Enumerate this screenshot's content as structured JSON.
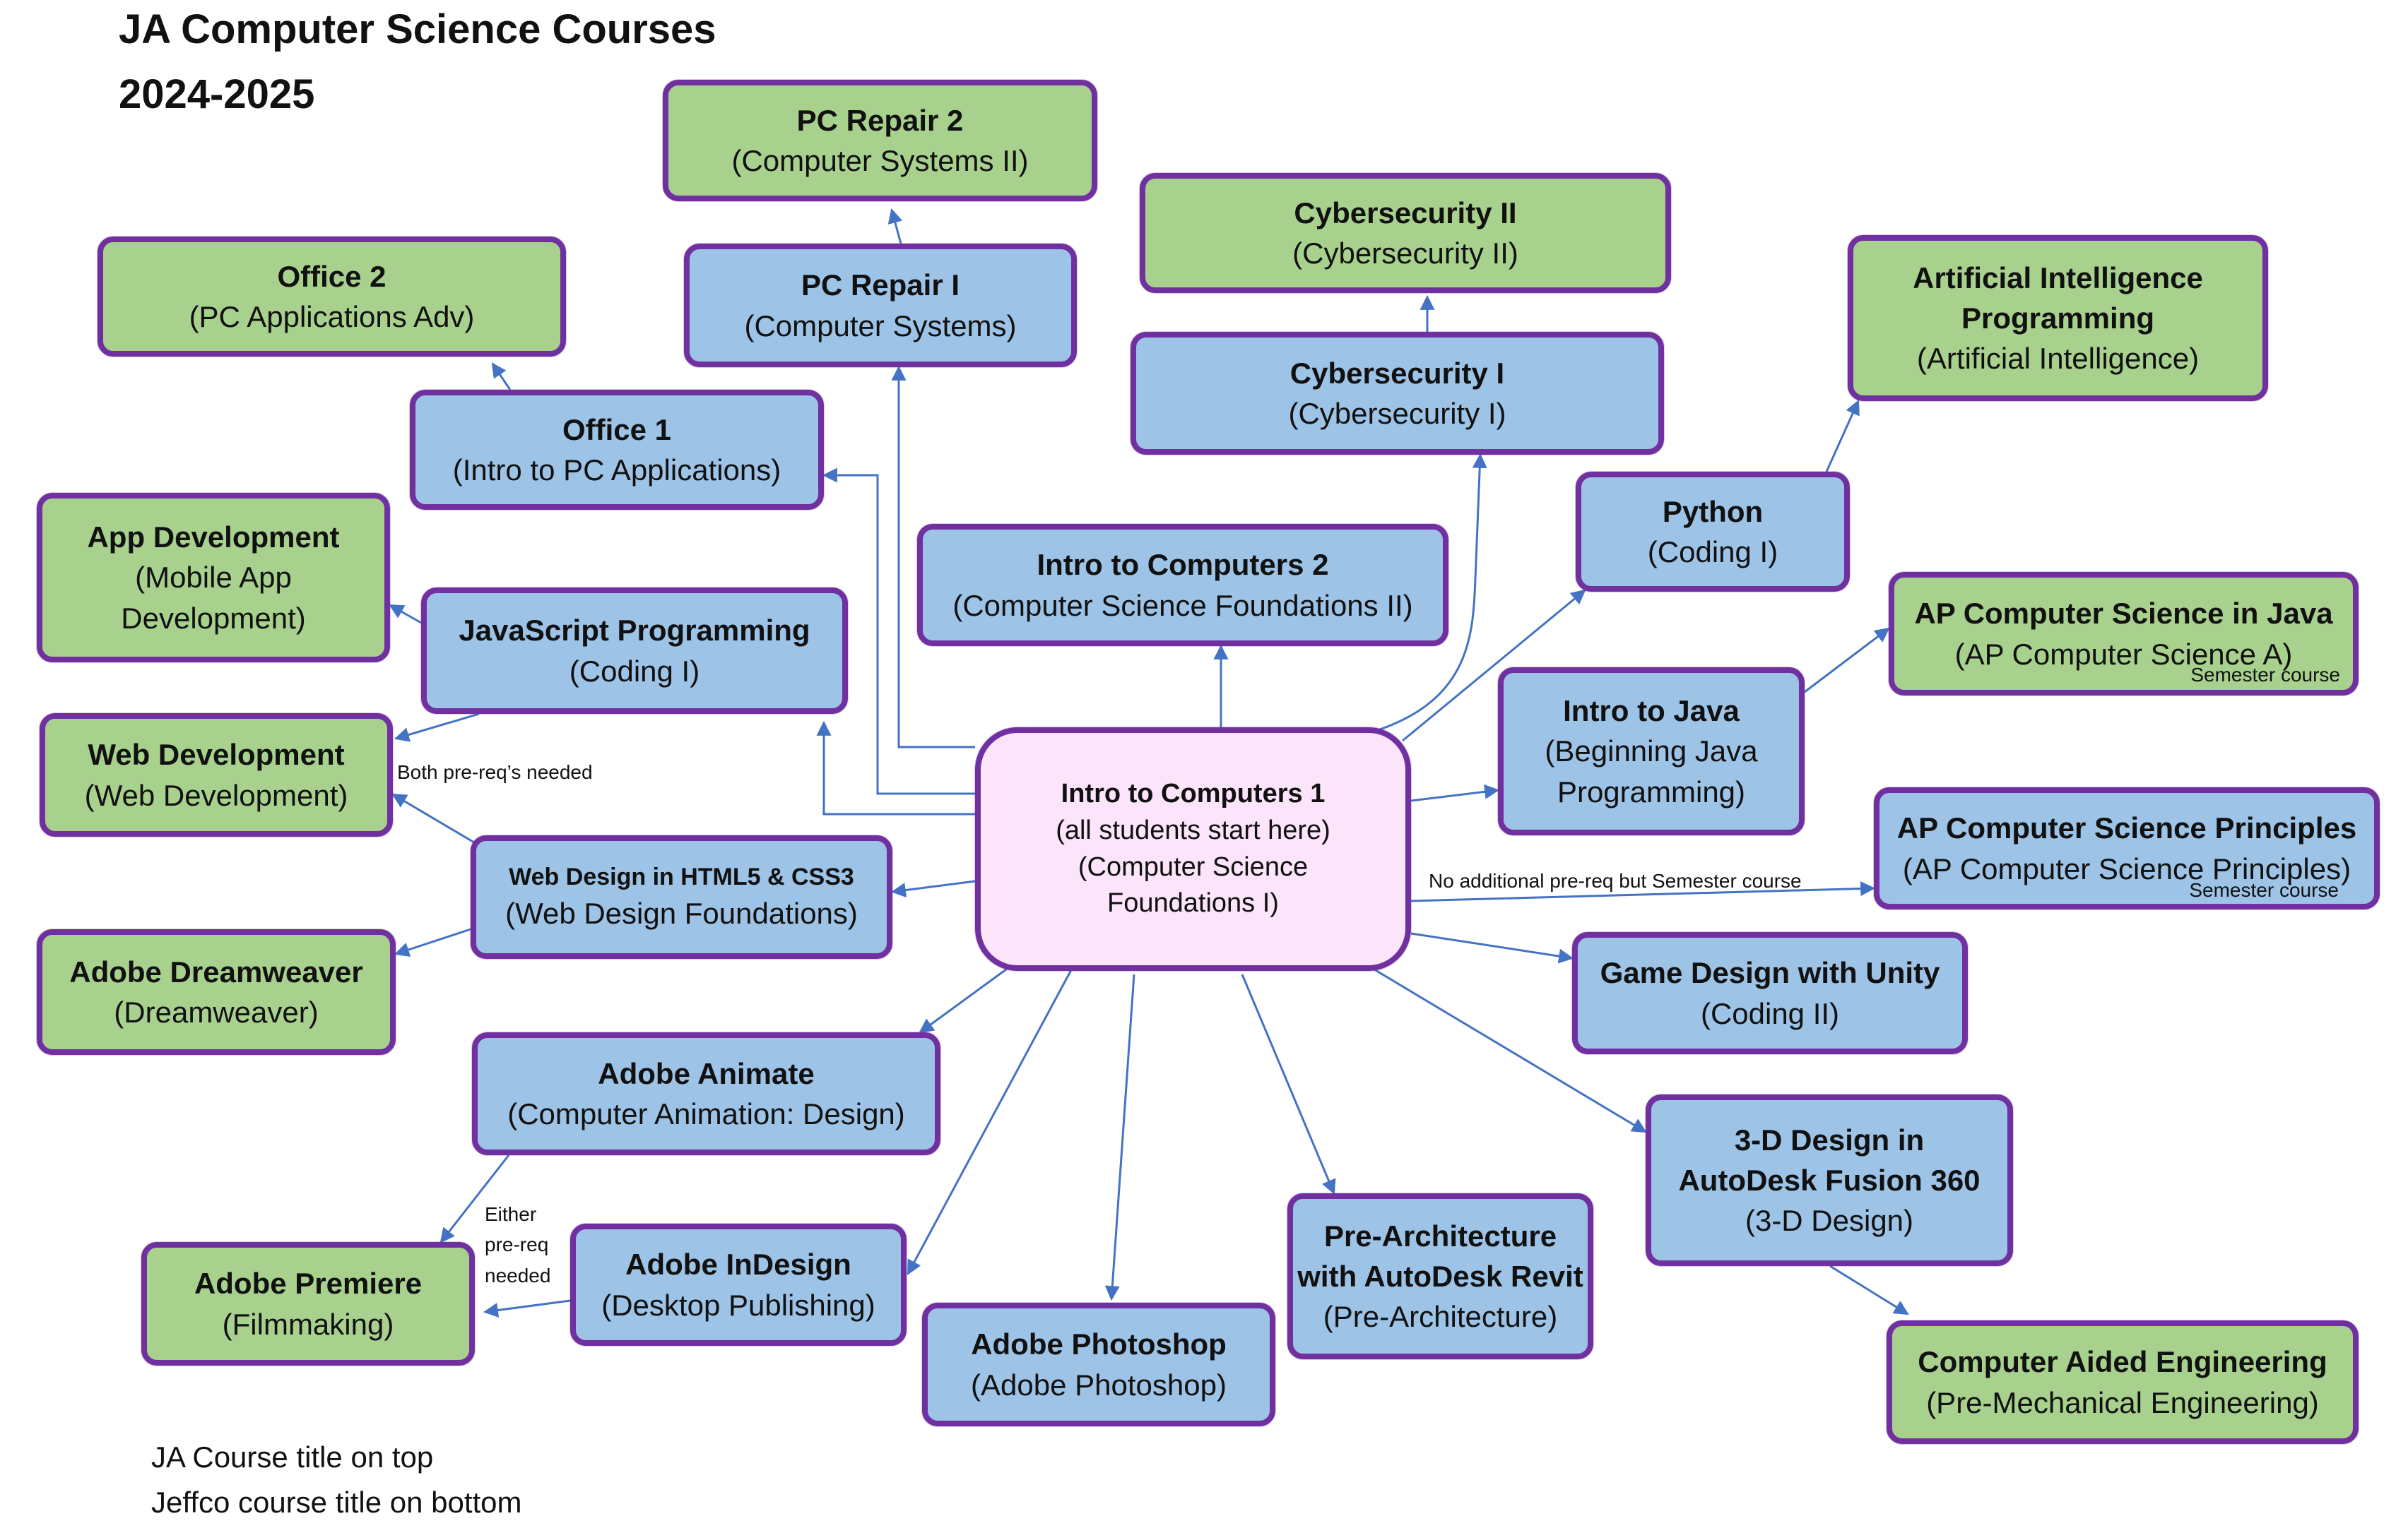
{
  "title": {
    "line1": "JA Computer Science Courses",
    "line2": "2024-2025"
  },
  "courses": {
    "pc_repair_2": {
      "title": "PC Repair 2",
      "sub": "(Computer Systems II)"
    },
    "pc_repair_1": {
      "title": "PC Repair I",
      "sub": "(Computer Systems)"
    },
    "office_2": {
      "title": "Office 2",
      "sub": "(PC Applications Adv)"
    },
    "office_1": {
      "title": "Office 1",
      "sub": "(Intro to PC Applications)"
    },
    "cybersecurity_2": {
      "title": "Cybersecurity II",
      "sub": "(Cybersecurity II)"
    },
    "cybersecurity_1": {
      "title": "Cybersecurity I",
      "sub": "(Cybersecurity I)"
    },
    "ai_programming": {
      "title_line1": "Artificial Intelligence",
      "title_line2": "Programming",
      "sub": "(Artificial Intelligence)"
    },
    "python": {
      "title": "Python",
      "sub": "(Coding I)"
    },
    "app_development": {
      "title": "App Development",
      "sub_line1": "(Mobile App",
      "sub_line2": "Development)"
    },
    "javascript": {
      "title": "JavaScript Programming",
      "sub": "(Coding I)"
    },
    "intro_computers_2": {
      "title": "Intro to Computers 2",
      "sub": "(Computer Science Foundations II)"
    },
    "ap_java": {
      "title": "AP Computer Science in Java",
      "sub": "(AP Computer Science A)",
      "note": "Semester course"
    },
    "intro_java": {
      "title": "Intro to Java",
      "sub_line1": "(Beginning Java",
      "sub_line2": "Programming)"
    },
    "web_development": {
      "title": "Web Development",
      "sub": "(Web Development)"
    },
    "intro_computers_1": {
      "title": "Intro to Computers 1",
      "line2": "(all students start here)",
      "line3": "(Computer Science",
      "line4": "Foundations I)"
    },
    "ap_csp": {
      "title": "AP Computer Science Principles",
      "sub": "(AP Computer Science Principles)",
      "note": "Semester course"
    },
    "web_design": {
      "title": "Web Design in HTML5 & CSS3",
      "sub": "(Web Design Foundations)"
    },
    "dreamweaver": {
      "title": "Adobe Dreamweaver",
      "sub": "(Dreamweaver)"
    },
    "game_design": {
      "title": "Game Design with Unity",
      "sub": "(Coding II)"
    },
    "animate": {
      "title": "Adobe Animate",
      "sub": "(Computer Animation: Design)"
    },
    "design_3d": {
      "title_line1": "3-D Design in",
      "title_line2": "AutoDesk Fusion 360",
      "sub": "(3-D Design)"
    },
    "premiere": {
      "title": "Adobe Premiere",
      "sub": "(Filmmaking)"
    },
    "indesign": {
      "title": "Adobe InDesign",
      "sub": "(Desktop Publishing)"
    },
    "pre_architecture": {
      "title_line1": "Pre-Architecture",
      "title_line2": "with AutoDesk Revit",
      "sub": "(Pre-Architecture)"
    },
    "photoshop": {
      "title": "Adobe Photoshop",
      "sub": "(Adobe Photoshop)"
    },
    "cae": {
      "title": "Computer Aided Engineering",
      "sub": "(Pre-Mechanical Engineering)"
    }
  },
  "notes": {
    "both_prereqs": "Both pre-req’s needed",
    "no_additional": "No additional pre-req but Semester course",
    "either_line1": "Either",
    "either_line2": "pre-req",
    "either_line3": "needed"
  },
  "legend": {
    "line1": "JA Course title on top",
    "line2": "Jeffco course title on bottom"
  },
  "colors": {
    "advanced_fill": "#a9d18e",
    "course_fill": "#9dc3e6",
    "start_fill": "#fce4fb",
    "border": "#7030a0",
    "arrow": "#4472c4"
  }
}
